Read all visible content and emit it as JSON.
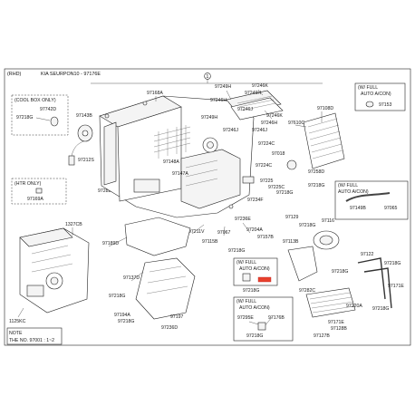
{
  "header": {
    "rhd": "(RHD)",
    "kia_ref": "KIA SEURPON10 - 97176E",
    "index_marker": "1"
  },
  "callouts": {
    "cool_box_only": "(COOL BOX ONLY)",
    "htr_only": "(HTR ONLY)",
    "w_full_auto": "(W/ FULL",
    "auto_acon": "AUTO A/CON)"
  },
  "note": {
    "title": "NOTE",
    "text": "THE NO. 97001 : 1~2"
  },
  "part_labels": [
    "97168A",
    "97249H",
    "97249H",
    "97246K",
    "97246H",
    "97246J",
    "97246J",
    "97249H",
    "97246K",
    "97246H",
    "97246J",
    "97108D",
    "97610C",
    "97224C",
    "97018",
    "97224C",
    "97258D",
    "97218G",
    "97225",
    "97225C",
    "97218G",
    "97234F",
    "97236E",
    "97148A",
    "97147A",
    "97282D",
    "97143B",
    "97212S",
    "97742D",
    "97218G",
    "97169A",
    "97153",
    "97149B",
    "97065",
    "97129",
    "97218G",
    "97116",
    "97113B",
    "97211V",
    "97067",
    "97204A",
    "97157B",
    "97115B",
    "97218G",
    "97189D",
    "97137D",
    "97218G",
    "97194A",
    "97218G",
    "97197",
    "97236D",
    "97218G",
    "97295E",
    "97176B",
    "97218G",
    "97282C",
    "97122",
    "97218G",
    "97171E",
    "97128B",
    "97127B",
    "97220A",
    "97218G",
    "97218G",
    "1327CB",
    "1125KC"
  ]
}
